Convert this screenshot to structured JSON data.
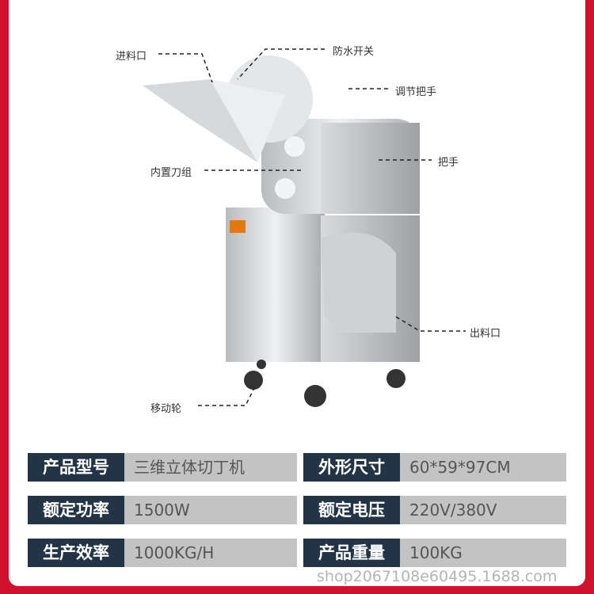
{
  "annotations": {
    "feed_inlet": "进料口",
    "waterproof_switch": "防水开关",
    "adjust_handle": "调节把手",
    "handle": "把手",
    "built_in_blades": "内置刀组",
    "outlet": "出料口",
    "casters": "移动轮"
  },
  "specs": [
    {
      "label": "产品型号",
      "value": "三维立体切丁机",
      "label2": "外形尺寸",
      "value2": "60*59*97CM"
    },
    {
      "label": "额定功率",
      "value": "1500W",
      "label2": "额定电压",
      "value2": "220V/380V"
    },
    {
      "label": "生产效率",
      "value": "1000KG/H",
      "label2": "产品重量",
      "value2": "100KG"
    }
  ],
  "watermark": "shop2067108e60495.1688.com",
  "colors": {
    "frame": "#d1122c",
    "label_bg": "#243447",
    "value_bg": "#c3c3c3"
  }
}
